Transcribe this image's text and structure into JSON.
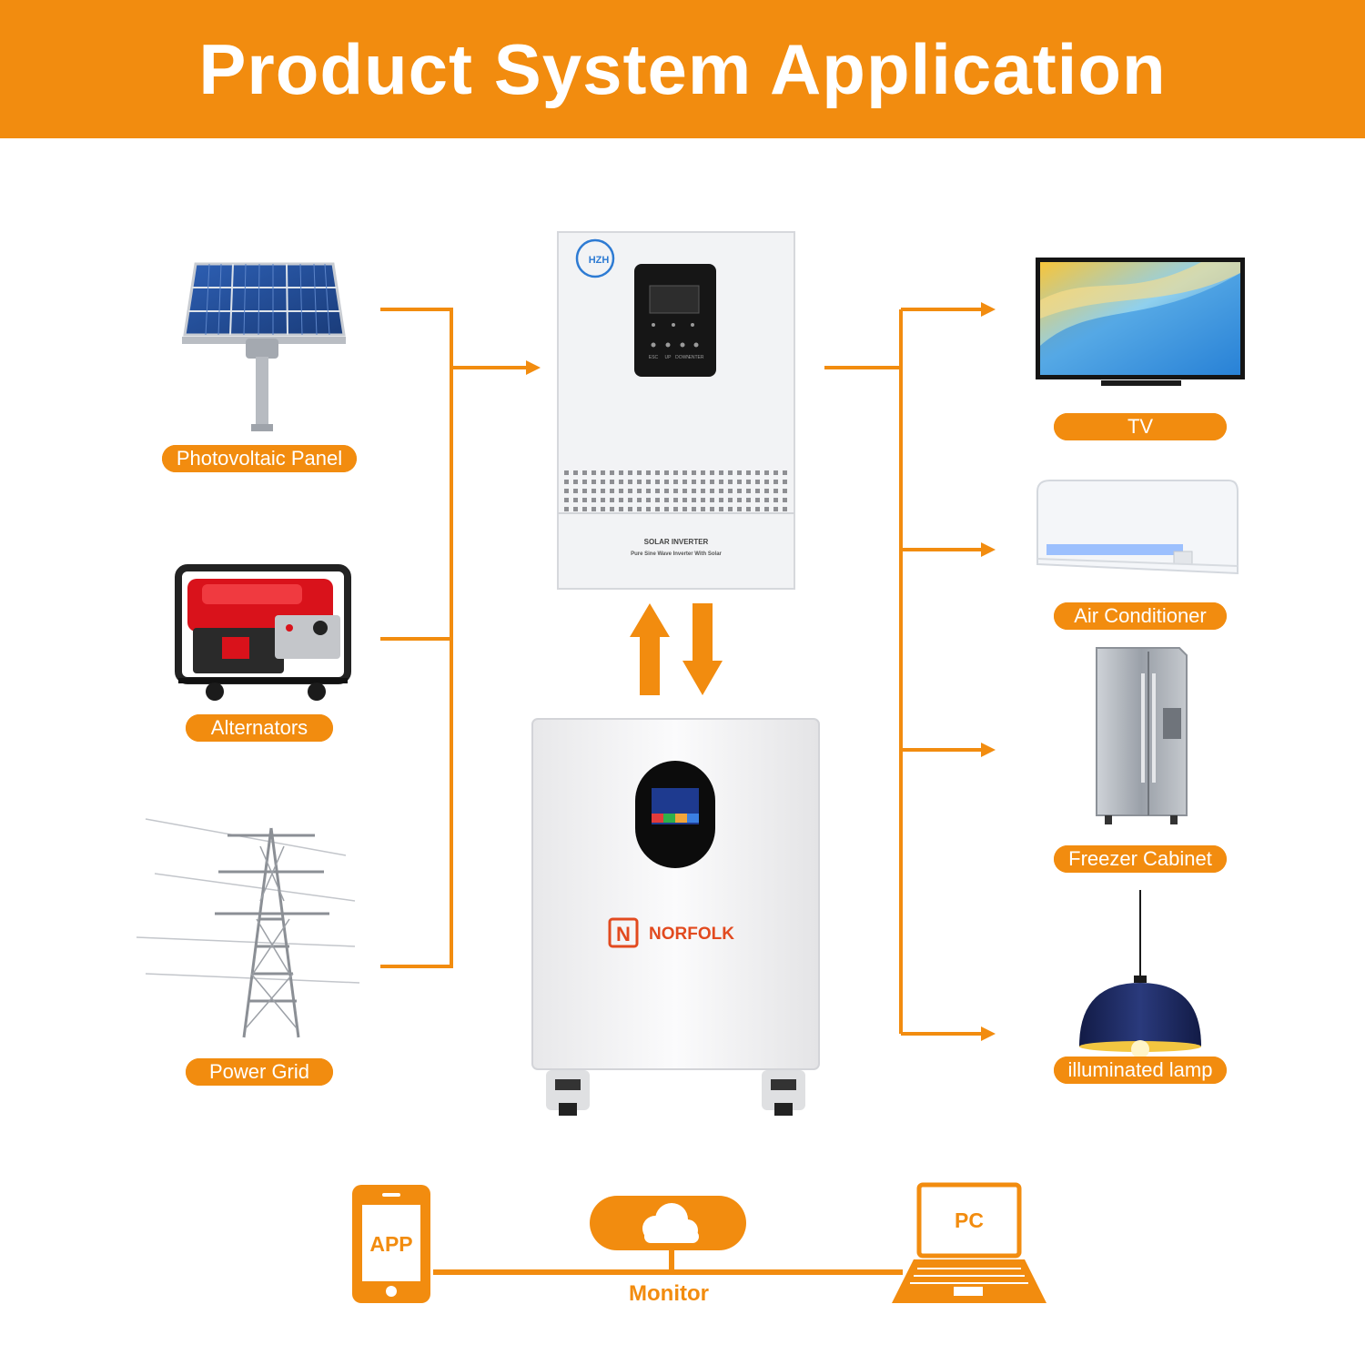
{
  "title": "Product System Application",
  "sources": [
    {
      "label": "Photovoltaic Panel",
      "icon": "solar-panel-icon"
    },
    {
      "label": "Alternators",
      "icon": "generator-icon"
    },
    {
      "label": "Power Grid",
      "icon": "power-tower-icon"
    }
  ],
  "loads": [
    {
      "label": "TV",
      "icon": "tv-icon"
    },
    {
      "label": "Air Conditioner",
      "icon": "air-conditioner-icon"
    },
    {
      "label": "Freezer Cabinet",
      "icon": "refrigerator-icon"
    },
    {
      "label": "illuminated lamp",
      "icon": "lamp-icon"
    }
  ],
  "inverter": {
    "brand": "HZH",
    "model_text": "SOLAR INVERTER",
    "subtitle": "Pure Sine Wave Inverter With Solar",
    "buttons": [
      "ESC",
      "UP",
      "DOWN",
      "ENTER"
    ]
  },
  "battery": {
    "brand": "NORFOLK",
    "logo_letter": "N"
  },
  "monitoring": {
    "app_label": "APP",
    "pc_label": "PC",
    "monitor_label": "Monitor",
    "cloud_icon": "cloud-icon"
  },
  "colors": {
    "accent": "#f28c0f",
    "white": "#ffffff"
  }
}
